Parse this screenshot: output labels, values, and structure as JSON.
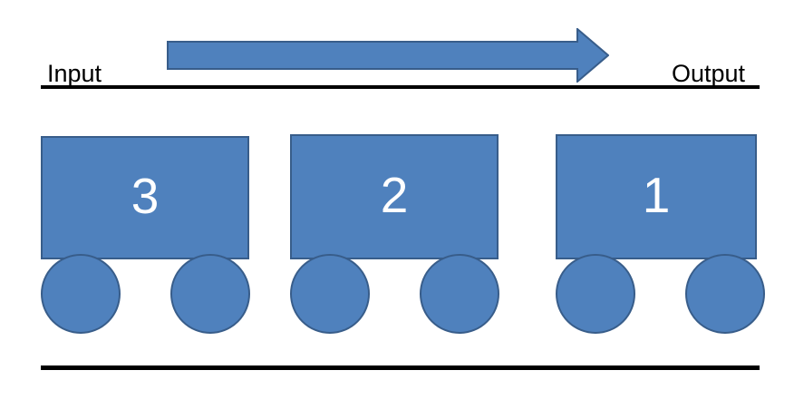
{
  "diagram": {
    "title": "Queue process flow with three numbered carts",
    "background_color": "#FFFFFF",
    "shape_fill_color": "#4F81BD",
    "shape_stroke_color": "#385D8A",
    "line_color": "#000000",
    "number_text_color": "#FFFFFF"
  },
  "labels": {
    "input": "Input",
    "output": "Output"
  },
  "arrow": {
    "name": "flow-direction-arrow",
    "direction": "right",
    "fill_color": "#4F81BD",
    "stroke_color": "#385D8A"
  },
  "rails": {
    "top": "",
    "bottom": ""
  },
  "carts": [
    {
      "id": "cart-3",
      "number": "3",
      "position": "left"
    },
    {
      "id": "cart-2",
      "number": "2",
      "position": "middle"
    },
    {
      "id": "cart-1",
      "number": "1",
      "position": "right"
    }
  ]
}
